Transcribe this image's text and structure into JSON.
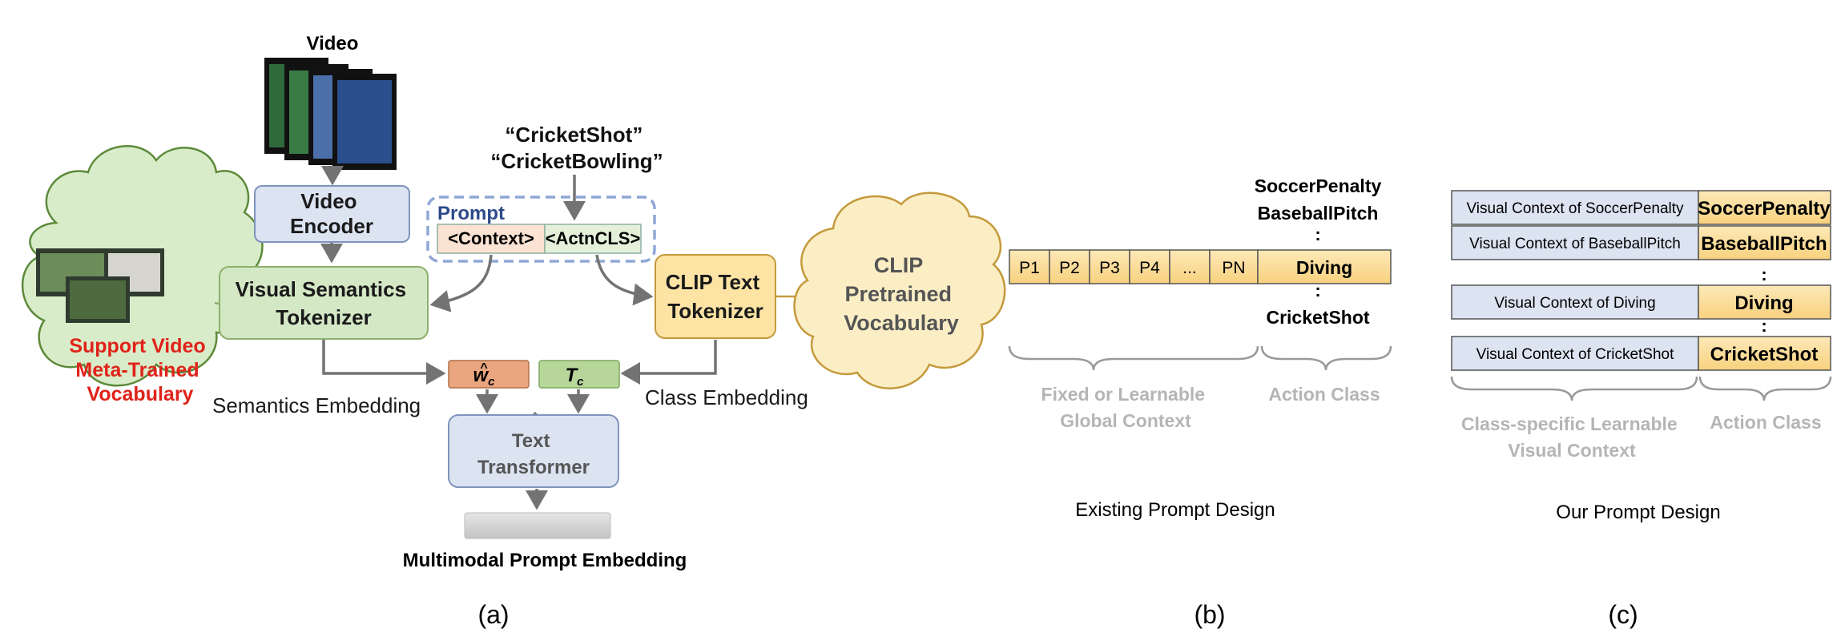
{
  "panel_a": {
    "video_label": "Video",
    "video_encoder": [
      "Video",
      "Encoder"
    ],
    "class_names": [
      "“CricketShot”",
      "“CricketBowling”"
    ],
    "prompt_label": "Prompt",
    "context_token": "<Context>",
    "actncls_token": "<ActnCLS>",
    "visual_semantics_tokenizer": [
      "Visual Semantics",
      "Tokenizer"
    ],
    "clip_text_tokenizer": [
      "CLIP Text",
      "Tokenizer"
    ],
    "clip_vocab": [
      "CLIP",
      "Pretrained",
      "Vocabulary"
    ],
    "support_vocab": [
      "Support Video",
      "Meta-Trained",
      "Vocabulary"
    ],
    "semantics_embedding": "Semantics Embedding",
    "class_embedding": "Class Embedding",
    "w_symbol": "w",
    "t_symbol": "T",
    "subscript_c": "c",
    "text_transformer": [
      "Text",
      "Transformer"
    ],
    "frozen_icon": "❄",
    "output_label": "Multimodal Prompt Embedding",
    "caption": "(a)"
  },
  "panel_b": {
    "classes_above": [
      "SoccerPenalty",
      "BaseballPitch"
    ],
    "tokens": [
      "P1",
      "P2",
      "P3",
      "P4",
      "...",
      "PN"
    ],
    "class_token": "Diving",
    "class_below": "CricketShot",
    "ellipsis": ":",
    "brace_left_label": [
      "Fixed or Learnable",
      "Global Context"
    ],
    "brace_right_label": "Action Class",
    "title": "Existing Prompt Design",
    "caption": "(b)"
  },
  "panel_c": {
    "rows": [
      {
        "context": "Visual Context of SoccerPenalty",
        "class": "SoccerPenalty"
      },
      {
        "context": "Visual Context of BaseballPitch",
        "class": "BaseballPitch"
      },
      {
        "context": "Visual Context of Diving",
        "class": "Diving"
      },
      {
        "context": "Visual Context of CricketShot",
        "class": "CricketShot"
      }
    ],
    "ellipsis": ":",
    "brace_left_label": [
      "Class-specific Learnable",
      "Visual Context"
    ],
    "brace_right_label": "Action Class",
    "title": "Our Prompt Design",
    "caption": "(c)"
  },
  "colors": {
    "blue_box": "#dce3f1",
    "blue_stroke": "#7f94bd",
    "green_box": "#d5e8c6",
    "green_stroke": "#8cb06c",
    "yellow_box": "#fde4a5",
    "yellow_stroke": "#c49a3c",
    "orange_token": "#ffd8a6",
    "red_text": "#e0231a",
    "gray_text": "#b5b5b5",
    "arrow": "#737373"
  }
}
